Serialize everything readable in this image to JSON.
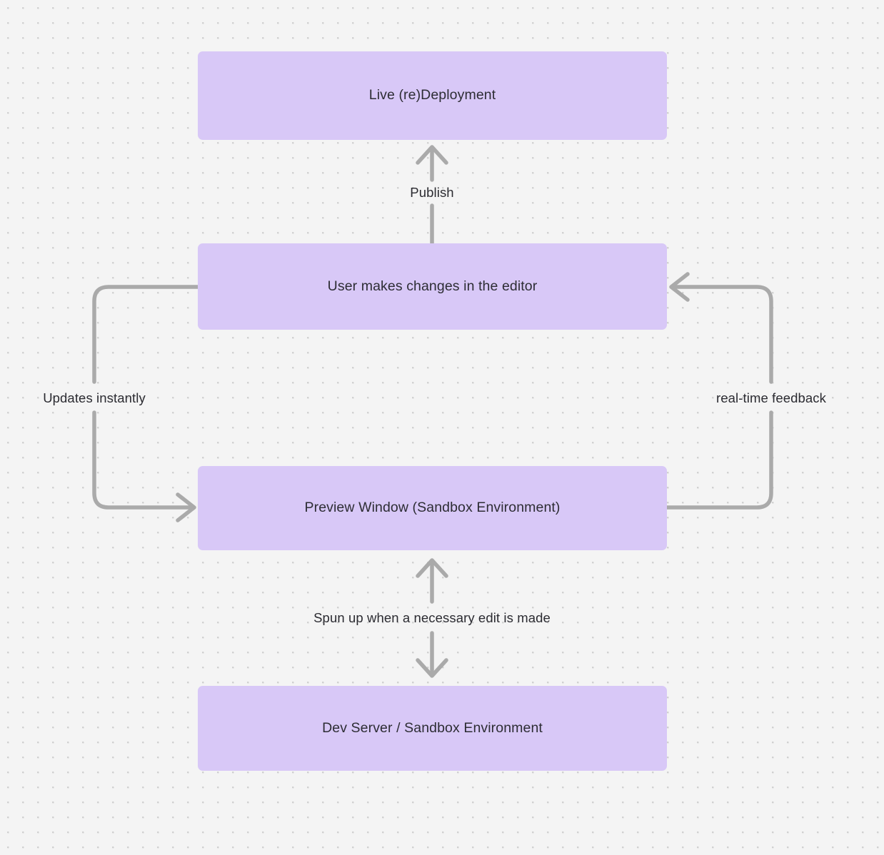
{
  "diagram": {
    "background_color": "#f4f4f4",
    "dot_color": "#cfcfcf",
    "node_fill": "#d8c8f7",
    "edge_color": "#aaaaaa",
    "text_color": "#2d2d34",
    "nodes": [
      {
        "id": "live-deployment",
        "label": "Live (re)Deployment"
      },
      {
        "id": "user-edits",
        "label": "User makes changes in the editor"
      },
      {
        "id": "preview-window",
        "label": "Preview Window (Sandbox Environment)"
      },
      {
        "id": "dev-server",
        "label": "Dev Server / Sandbox Environment"
      }
    ],
    "edges": [
      {
        "id": "publish",
        "label": "Publish",
        "from": "user-edits",
        "to": "live-deployment"
      },
      {
        "id": "updates-instantly",
        "label": "Updates instantly",
        "from": "user-edits",
        "to": "preview-window"
      },
      {
        "id": "real-time-feedback",
        "label": "real-time feedback",
        "from": "preview-window",
        "to": "user-edits"
      },
      {
        "id": "spun-up",
        "label": "Spun up when a necessary edit is made",
        "from": "preview-window",
        "to": "dev-server"
      }
    ]
  }
}
